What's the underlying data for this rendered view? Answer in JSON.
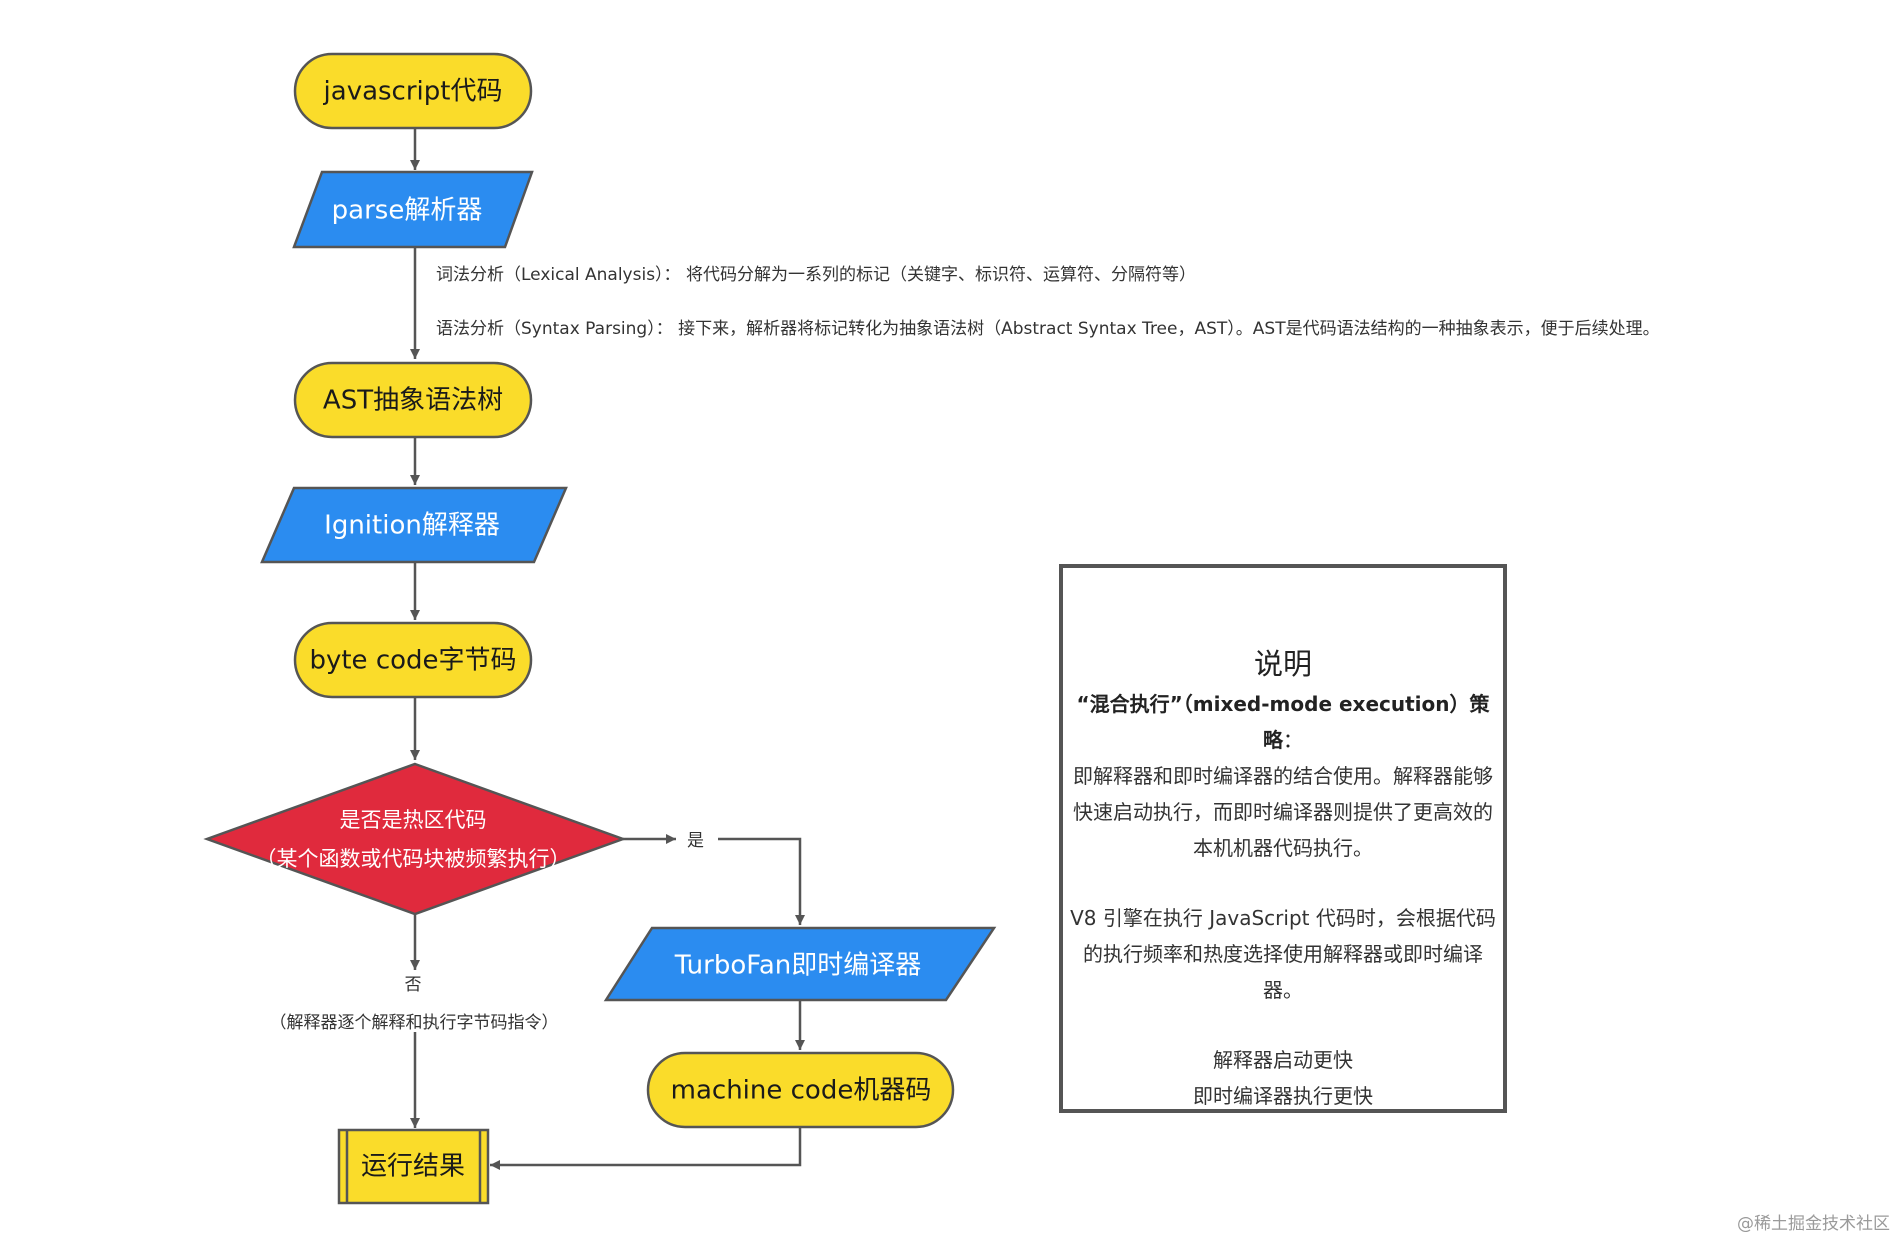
{
  "nodes": {
    "js_code": "javascript代码",
    "parser": "parse解析器",
    "ast": "AST抽象语法树",
    "ignition": "Ignition解释器",
    "bytecode": "byte code字节码",
    "hot_check_line1": "是否是热区代码",
    "hot_check_line2": "（某个函数或代码块被频繁执行）",
    "turbofan": "TurboFan即时编译器",
    "machine_code": "machine code机器码",
    "result": "运行结果"
  },
  "edge_labels": {
    "yes": "是",
    "no": "否",
    "no_note": "（解释器逐个解释和执行字节码指令）"
  },
  "notes": {
    "lexical": "词法分析（Lexical Analysis）：  将代码分解为一系列的标记（关键字、标识符、运算符、分隔符等）",
    "syntax": "语法分析（Syntax Parsing）：  接下来，解析器将标记转化为抽象语法树（Abstract Syntax Tree，AST）。AST是代码语法结构的一种抽象表示，便于后续处理。"
  },
  "explanation": {
    "title": "说明",
    "strategy": "“混合执行”（mixed-mode execution）策略",
    "strategy_colon": "：",
    "para1": "即解释器和即时编译器的结合使用。解释器能够快速启动执行，而即时编译器则提供了更高效的本机机器代码执行。",
    "para2": "V8 引擎在执行 JavaScript 代码时，会根据代码的执行频率和热度选择使用解释器或即时编译器。",
    "line3": "解释器启动更快",
    "line4": "即时编译器执行更快"
  },
  "watermark": "@稀土掘金技术社区",
  "colors": {
    "terminal_fill": "#fadc2a",
    "process_fill": "#2b8cf0",
    "decision_fill": "#e02a3d",
    "stroke": "#555555",
    "arrow": "#555555"
  }
}
